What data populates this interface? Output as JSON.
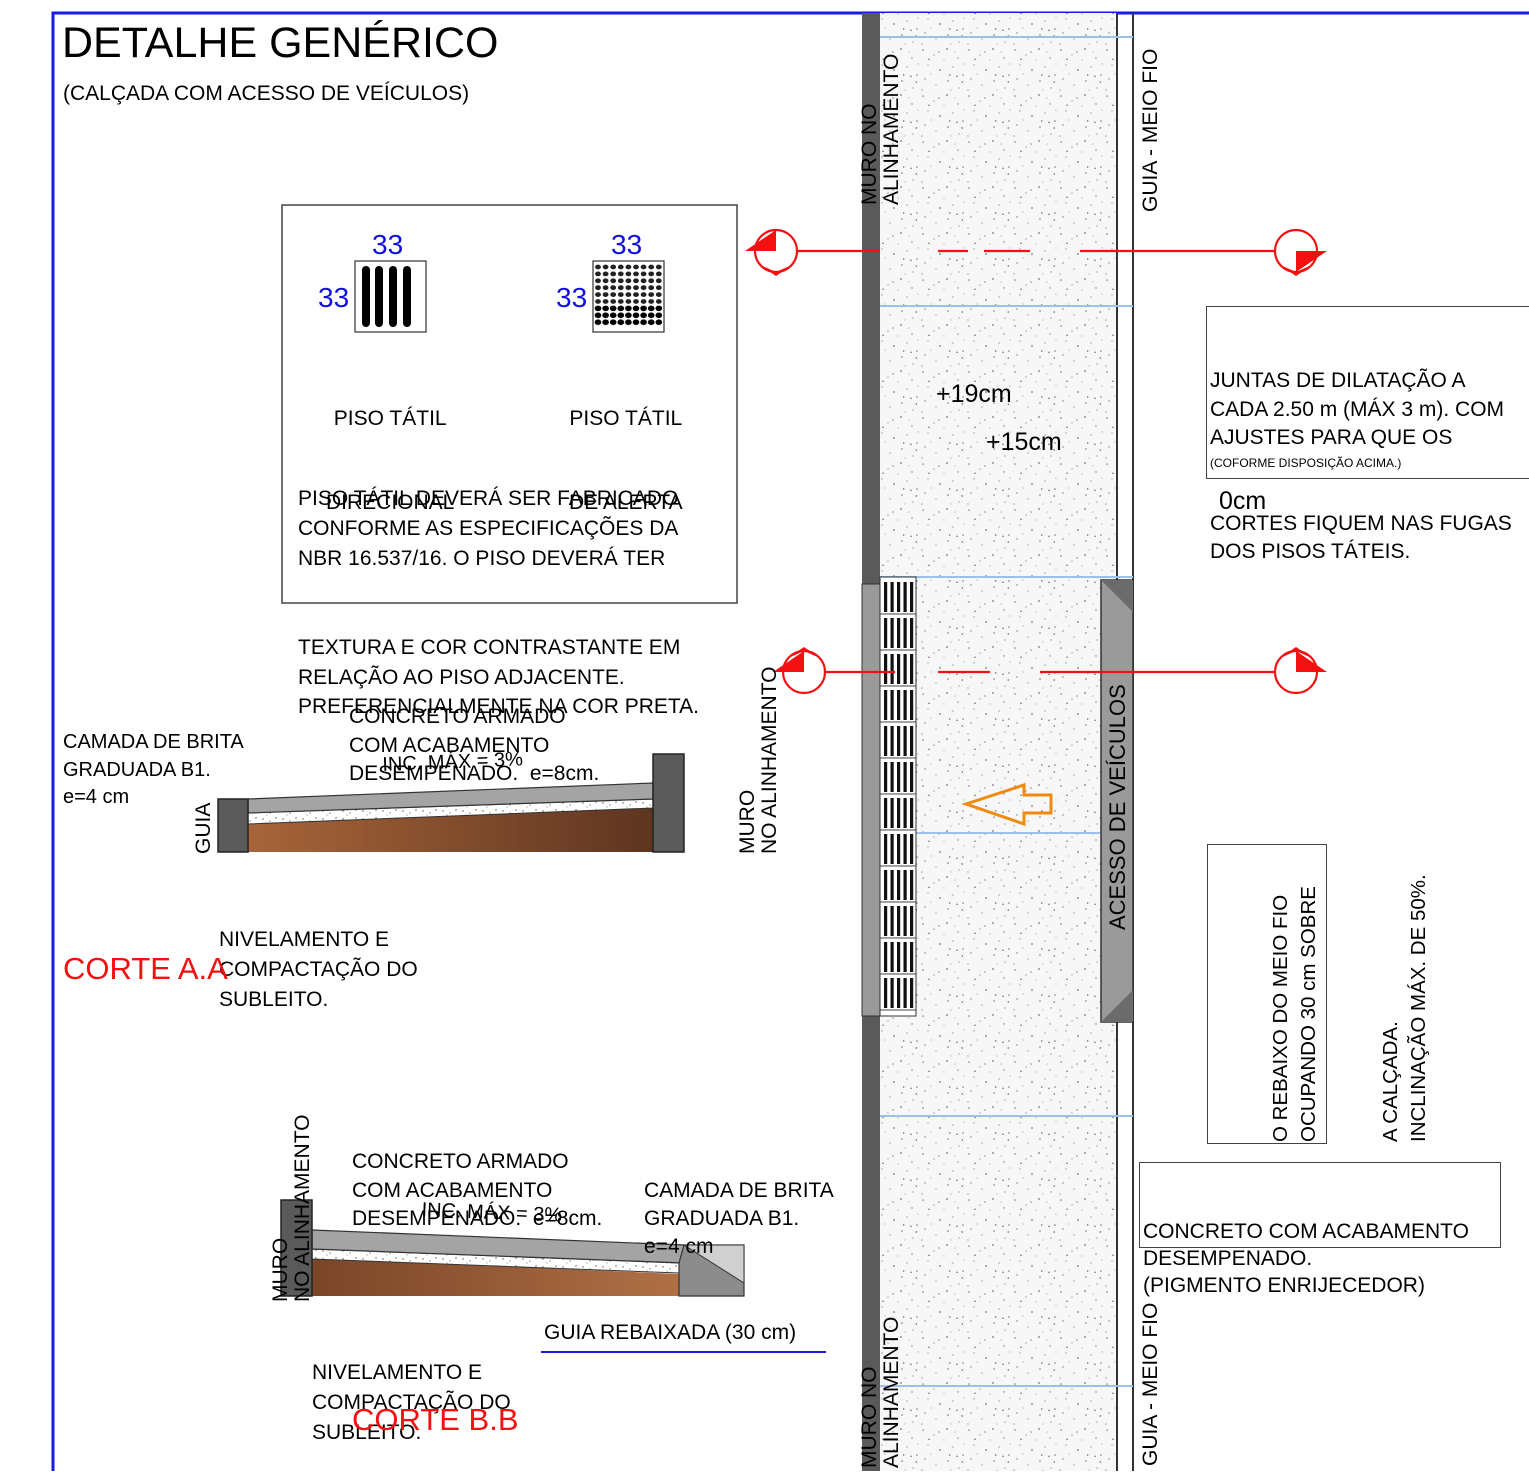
{
  "title": "DETALHE GENÉRICO",
  "subtitle": "(CALÇADA COM ACESSO DE VEÍCULOS)",
  "legend": {
    "directional": {
      "dim_top": "33",
      "dim_side": "33",
      "label_1": "PISO TÁTIL",
      "label_2": "DIRECIONAL"
    },
    "alert": {
      "dim_top": "33",
      "dim_side": "33",
      "label_1": "PISO TÁTIL",
      "label_2": "DE ALERTA"
    },
    "note": [
      "PISO TÁTIL DEVERÁ SER FABRICADO",
      "CONFORME AS ESPECIFICAÇÕES DA",
      "NBR 16.537/16. O PISO DEVERÁ TER",
      "TEXTURA E COR CONTRASTANTE EM",
      "RELAÇÃO AO PISO ADJACENTE.",
      "PREFERENCIALMENTE NA COR PRETA."
    ]
  },
  "plan": {
    "wall_top": [
      "MURO NO",
      "ALINHAMENTO"
    ],
    "curb_top": "GUIA - MEIO FIO",
    "wall_bottom": [
      "MURO NO",
      "ALINHAMENTO"
    ],
    "curb_bottom": "GUIA - MEIO FIO",
    "level_19": "+19cm",
    "level_15": "+15cm",
    "level_0": "0cm",
    "vehicle_access": "ACESSO DE VEÍCULOS",
    "joints_note": [
      "JUNTAS DE DILATAÇÃO A",
      "CADA 2.50 m (MÁX 3 m). COM",
      "AJUSTES PARA QUE OS",
      "CORTES FIQUEM NAS FUGAS",
      "DOS PISOS TÁTEIS."
    ],
    "joints_small": "(COFORME DISPOSIÇÃO ACIMA.)",
    "curb_note": [
      "O REBAIXO DO MEIO FIO",
      "OCUPANDO 30 cm SOBRE",
      "A CALÇADA.",
      "INCLINAÇÃO MÁX. DE 50%."
    ],
    "concrete_note": [
      "CONCRETO COM ACABAMENTO",
      "DESEMPENADO.",
      "(PIGMENTO ENRIJECEDOR)"
    ]
  },
  "section_a": {
    "gravel": [
      "CAMADA DE BRITA",
      "GRADUADA B1.",
      "e=4 cm"
    ],
    "concrete": [
      "CONCRETO ARMADO",
      "COM ACABAMENTO",
      "DESEMPENADO.  e=8cm."
    ],
    "slope": "INC. MÁX = 3%",
    "curb": "GUIA",
    "wall": [
      "MURO",
      "NO ALINHAMENTO"
    ],
    "subgrade": [
      "NIVELAMENTO E",
      "COMPACTAÇÃO DO",
      "SUBLEITO."
    ],
    "name": "CORTE A.A"
  },
  "section_b": {
    "concrete": [
      "CONCRETO ARMADO",
      "COM ACABAMENTO",
      "DESEMPENADO.  e=8cm."
    ],
    "gravel": [
      "CAMADA DE BRITA",
      "GRADUADA B1.",
      "e=4 cm"
    ],
    "slope": "INC. MÁX = 3%",
    "wall": [
      "MURO",
      "NO ALINHAMENTO"
    ],
    "subgrade": [
      "NIVELAMENTO E",
      "COMPACTAÇÃO DO",
      "SUBLEITO."
    ],
    "curb": "GUIA REBAIXADA (30 cm)",
    "name": "CORTE B.B"
  },
  "colors": {
    "frame": "#1a1ae0",
    "cut_line": "#f21010",
    "arrow": "#f08a10",
    "joint": "#9cc0e8",
    "soil": "#8a5230"
  }
}
